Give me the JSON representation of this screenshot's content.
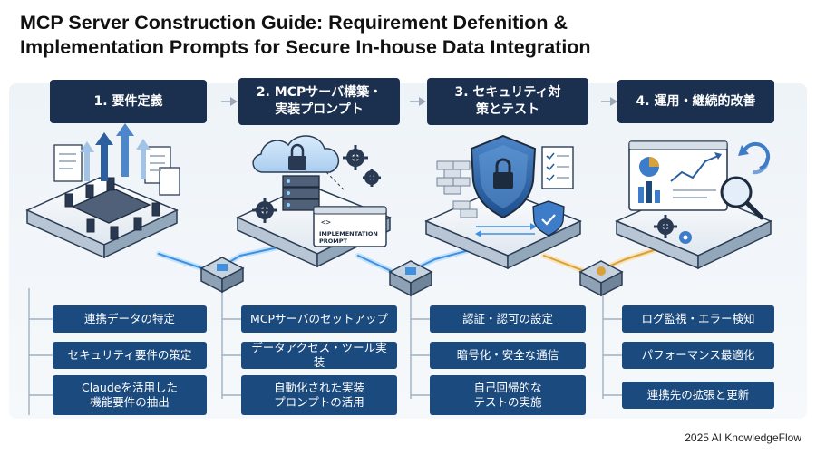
{
  "title": {
    "line1": "MCP Server Construction Guide: Requirement Defenition &",
    "line2": "Implementation Prompts for Secure In-house Data Integration"
  },
  "steps": [
    {
      "header": "1. 要件定義",
      "items": [
        "連携データの特定",
        "セキュリティ要件の策定",
        "Claudeを活用した\n機能要件の抽出"
      ]
    },
    {
      "header": "2. MCPサーバ構築・\n実装プロンプト",
      "items": [
        "MCPサーバのセットアップ",
        "データアクセス・ツール実装",
        "自動化された実装\nプロンプトの活用"
      ]
    },
    {
      "header": "3. セキュリティ対\n策とテスト",
      "items": [
        "認証・認可の設定",
        "暗号化・安全な通信",
        "自己回帰的な\nテストの実施"
      ]
    },
    {
      "header": "4. 運用・継続的改善",
      "items": [
        "ログ監視・エラー検知",
        "パフォーマンス最適化",
        "連携先の拡張と更新"
      ]
    }
  ],
  "illustration": {
    "implementation_label_1": "IMPLEMENTATION",
    "implementation_label_2": "PROMPT",
    "code_icon": "<>"
  },
  "footer": "2025 AI KnowledgeFlow",
  "colors": {
    "header_bg": "#1b2f4e",
    "item_bg": "#1b4a7e",
    "accent_blue": "#3d7cc9",
    "accent_gold": "#d8a13c"
  }
}
